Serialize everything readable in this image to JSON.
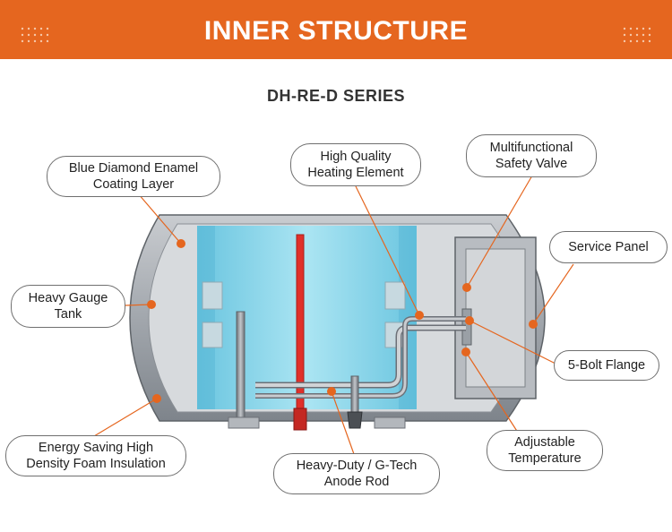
{
  "banner": {
    "title": "INNER STRUCTURE",
    "color": "#e5661f"
  },
  "subtitle": "DH-RE-D SERIES",
  "labels": {
    "enamel": "Blue Diamond Enamel\nCoating Layer",
    "heating_element": "High Quality\nHeating Element",
    "safety_valve": "Multifunctional\nSafety Valve",
    "service_panel": "Service Panel",
    "tank": "Heavy Gauge\nTank",
    "flange": "5-Bolt Flange",
    "insulation": "Energy Saving High\nDensity Foam Insulation",
    "anode": "Heavy-Duty / G-Tech\nAnode Rod",
    "temperature": "Adjustable\nTemperature"
  },
  "colors": {
    "callout_dot": "#e5661f",
    "water": "#7fd3ea",
    "heating_rod": "#e0302a",
    "shell": "#9aa0a6"
  }
}
